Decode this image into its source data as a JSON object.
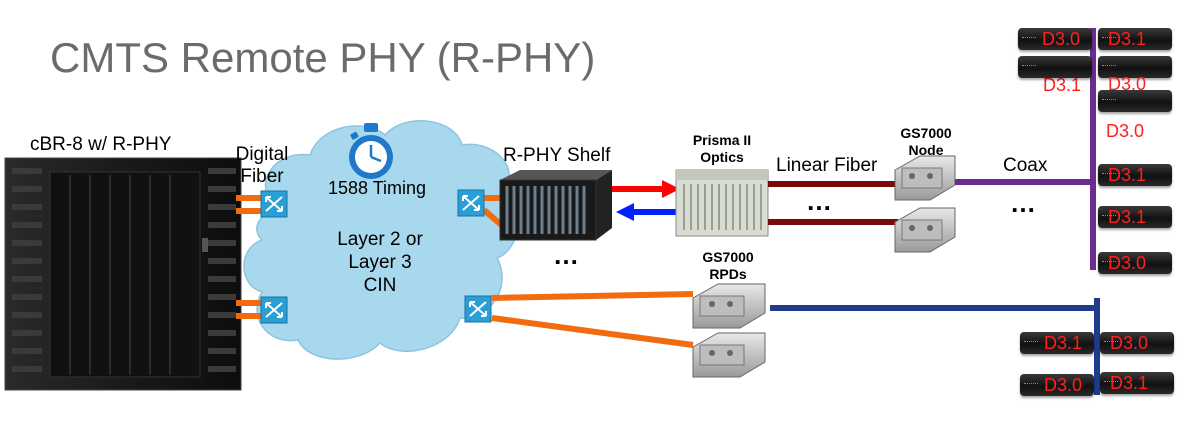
{
  "title": "CMTS Remote PHY (R-PHY)",
  "labels": {
    "cmts": "cBR-8 w/ R-PHY",
    "digital_fiber_1": "Digital",
    "digital_fiber_2": "Fiber",
    "timing": "1588 Timing",
    "cin_1": "Layer 2 or",
    "cin_2": "Layer 3",
    "cin_3": "CIN",
    "rphy_shelf": "R-PHY Shelf",
    "prisma_1": "Prisma II",
    "prisma_2": "Optics",
    "linear_fiber": "Linear Fiber",
    "node_1": "GS7000",
    "node_2": "Node",
    "coax": "Coax",
    "rpd_1": "GS7000",
    "rpd_2": "RPDs",
    "ellipsis": "…"
  },
  "modems_top": [
    "D3.0",
    "D3.1",
    "D3.1",
    "D3.0",
    "D3.0",
    "D3.1",
    "D3.1",
    "D3.0"
  ],
  "modems_bottom": [
    "D3.1",
    "D3.0",
    "D3.0",
    "D3.1"
  ],
  "colors": {
    "title": "#6b6b6b",
    "cloud": "#a8d8ee",
    "fiber_orange": "#f26b0f",
    "linear_fiber": "#7a0a0a",
    "coax_purple": "#6a2c91",
    "rpd_coax_blue": "#1f3a8f",
    "arrow_red": "#ff0000",
    "arrow_blue": "#0022ff",
    "modem_label": "#ff2020",
    "switch": "#2a9fd6"
  }
}
